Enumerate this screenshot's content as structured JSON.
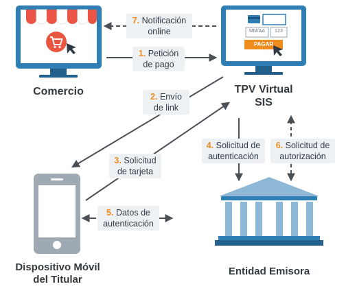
{
  "nodes": {
    "comercio": "Comercio",
    "tpv_line1": "TPV Virtual",
    "tpv_line2": "SIS",
    "movil_line1": "Dispositivo Móvil",
    "movil_line2": "del Titular",
    "emisora": "Entidad Emisora"
  },
  "tpv_screen": {
    "expiry_placeholder": "MM/AA",
    "cvv_placeholder": "123",
    "pay_button": "PAGAR"
  },
  "steps": [
    {
      "num": "1.",
      "line1": "Petición",
      "line2": "de pago"
    },
    {
      "num": "2.",
      "line1": "Envío",
      "line2": "de link"
    },
    {
      "num": "3.",
      "line1": "Solicitud",
      "line2": "de tarjeta"
    },
    {
      "num": "4.",
      "line1": "Solicitud de",
      "line2": "autenticación"
    },
    {
      "num": "5.",
      "line1": "Datos de",
      "line2": "autenticación"
    },
    {
      "num": "6.",
      "line1": "Solicitud de",
      "line2": "autorización"
    },
    {
      "num": "7.",
      "line1": "Notificación",
      "line2": "online"
    }
  ],
  "colors": {
    "monitor": "#2f7fb5",
    "awning_red": "#ea5548",
    "cart": "#e8563f",
    "pay_orange": "#f08c1e",
    "bank": "#8fb7d6",
    "arrow": "#4a5056",
    "label_box": "#eef1f4"
  }
}
